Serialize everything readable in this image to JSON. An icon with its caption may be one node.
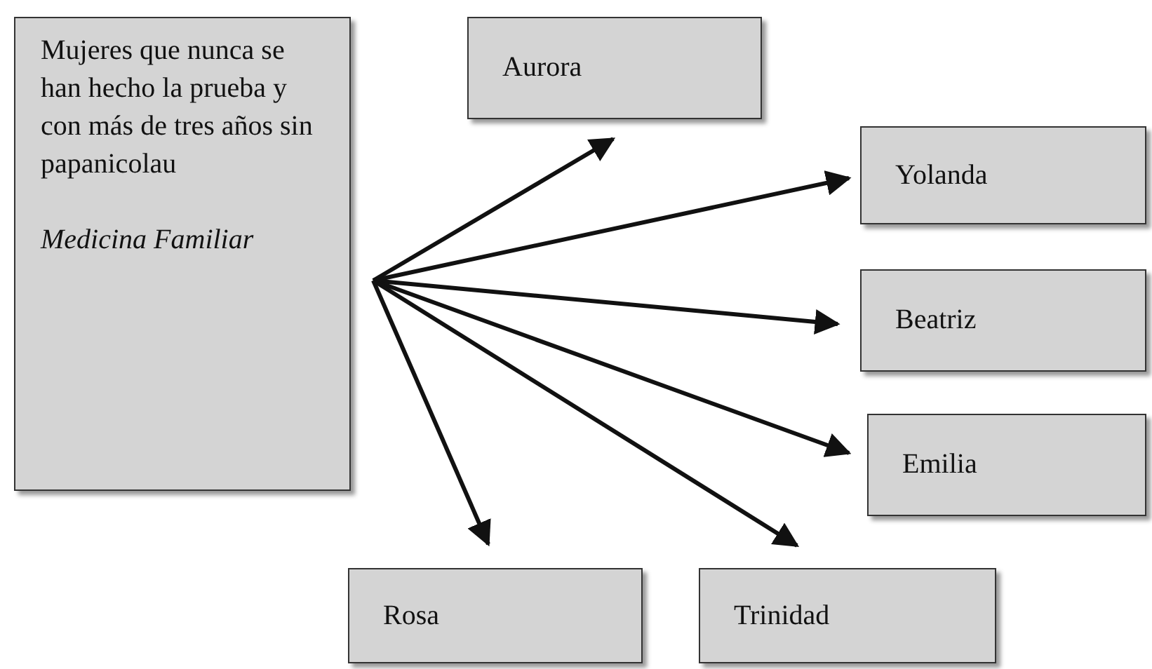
{
  "diagram": {
    "nodes": [
      {
        "text": [
          "Mujeres que nunca se han hecho la prueba y con más de tres años sin papanicolau",
          "Medicina Familiar"
        ]
      },
      {
        "text": [
          "Aurora"
        ]
      },
      {
        "text": [
          "Yolanda"
        ]
      },
      {
        "text": [
          "Beatriz"
        ]
      },
      {
        "text": [
          "Emilia"
        ]
      },
      {
        "text": [
          "Rosa"
        ]
      },
      {
        "text": [
          "Trinidad"
        ]
      }
    ],
    "edges": [
      {
        "from": 0,
        "to": 1,
        "arrow": "to"
      },
      {
        "from": 0,
        "to": 2,
        "arrow": "to"
      },
      {
        "from": 0,
        "to": 3,
        "arrow": "to"
      },
      {
        "from": 0,
        "to": 4,
        "arrow": "to"
      },
      {
        "from": 0,
        "to": 5,
        "arrow": "to"
      },
      {
        "from": 0,
        "to": 6,
        "arrow": "to"
      }
    ]
  }
}
